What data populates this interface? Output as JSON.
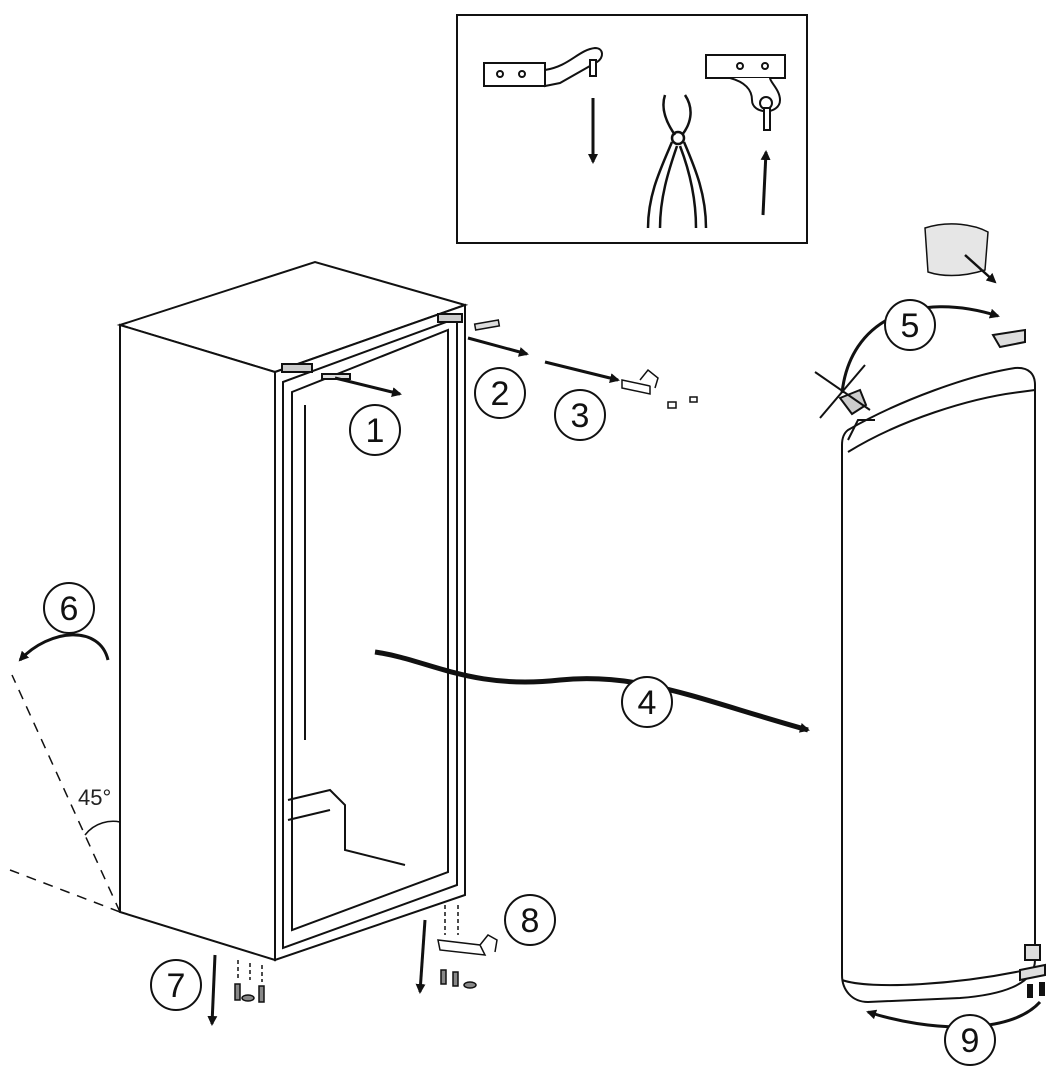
{
  "steps": {
    "s1": "1",
    "s2": "2",
    "s3": "3",
    "s4": "4",
    "s5": "5",
    "s6": "6",
    "s7": "7",
    "s8": "8",
    "s9": "9"
  },
  "tilt_angle": "45°",
  "colors": {
    "line": "#111111",
    "fill": "#ffffff",
    "shade": "#d8d8d8"
  }
}
